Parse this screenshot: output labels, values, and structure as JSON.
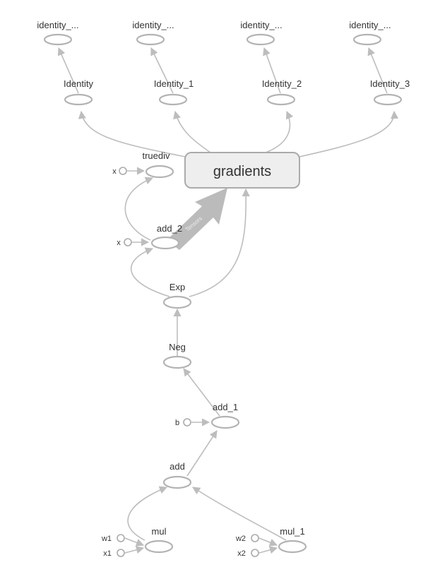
{
  "graph": {
    "nodes": {
      "identity_a": "identity_...",
      "identity_b": "identity_...",
      "identity_c": "identity_...",
      "identity_d": "identity_...",
      "Identity": "Identity",
      "Identity_1": "Identity_1",
      "Identity_2": "Identity_2",
      "Identity_3": "Identity_3",
      "truediv": "truediv",
      "gradients": "gradients",
      "add_2": "add_2",
      "tensors": "Tensors",
      "Exp": "Exp",
      "Neg": "Neg",
      "add_1": "add_1",
      "add": "add",
      "mul": "mul",
      "mul_1": "mul_1"
    },
    "inputs": {
      "x_truediv": "x",
      "x_add2": "x",
      "b": "b",
      "w1": "w1",
      "x1": "x1",
      "w2": "w2",
      "x2": "x2"
    },
    "colors": {
      "edge": "#bdbdbd",
      "node_stroke": "#b3b3b3",
      "group_fill": "#eeeeee"
    }
  }
}
